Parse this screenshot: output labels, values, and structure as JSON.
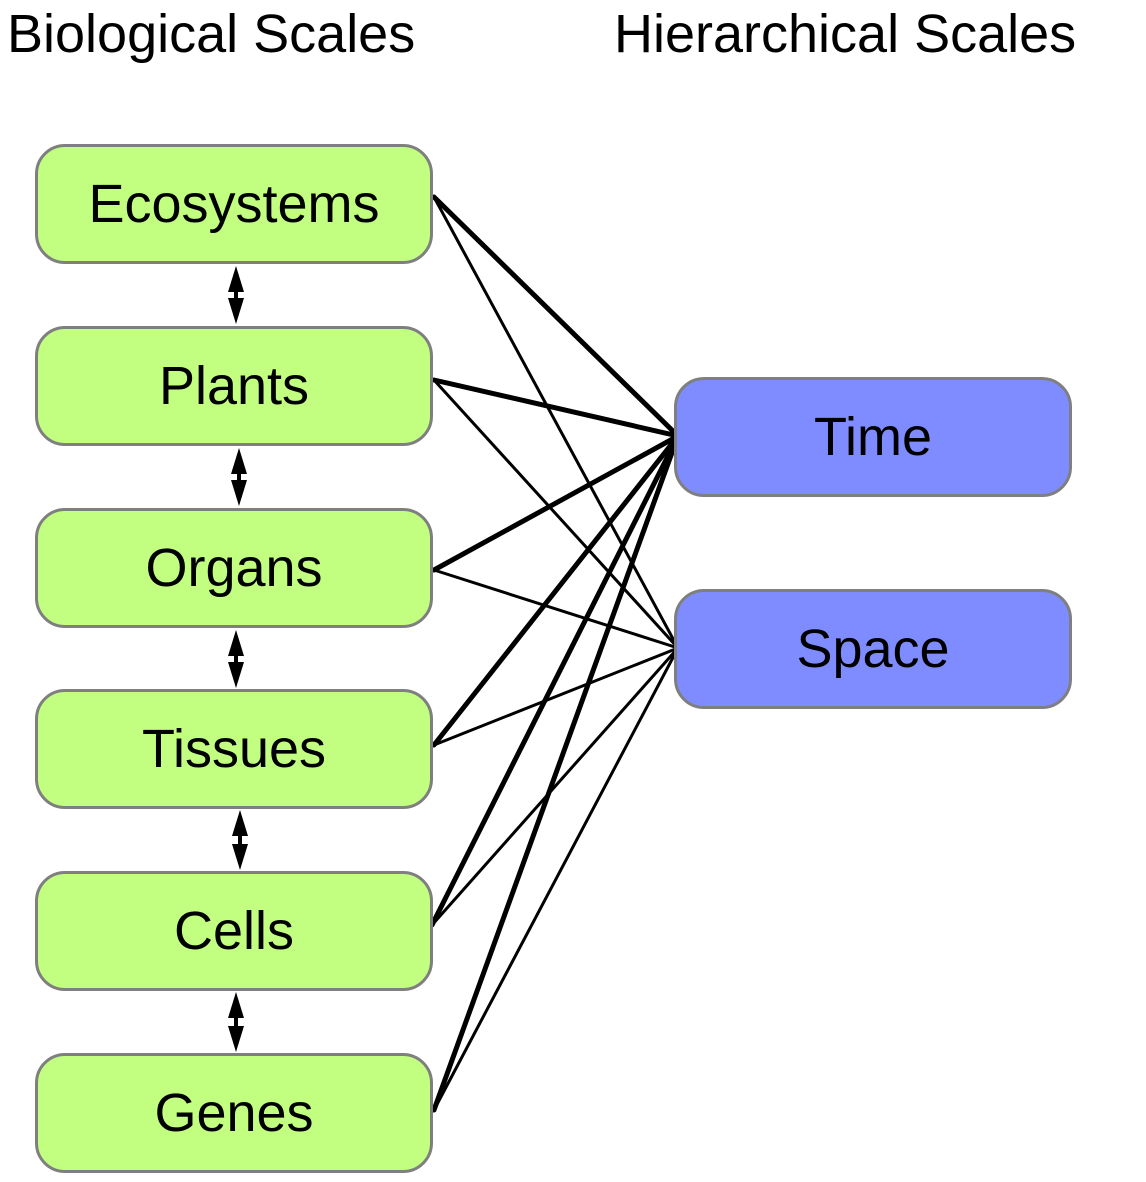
{
  "headings": {
    "biological": "Biological Scales",
    "hierarchical": "Hierarchical Scales"
  },
  "biological_scales": [
    "Ecosystems",
    "Plants",
    "Organs",
    "Tissues",
    "Cells",
    "Genes"
  ],
  "hierarchical_scales": [
    "Time",
    "Space"
  ],
  "colors": {
    "biological_fill": "#c2ff80",
    "hierarchical_fill": "#7f8cff",
    "border": "#7f7f7f",
    "link": "#000000"
  },
  "links": [
    {
      "from": "Ecosystems",
      "to": "Time",
      "weight": "strong"
    },
    {
      "from": "Ecosystems",
      "to": "Space",
      "weight": "weak"
    },
    {
      "from": "Plants",
      "to": "Time",
      "weight": "strong"
    },
    {
      "from": "Plants",
      "to": "Space",
      "weight": "weak"
    },
    {
      "from": "Organs",
      "to": "Time",
      "weight": "strong"
    },
    {
      "from": "Organs",
      "to": "Space",
      "weight": "weak"
    },
    {
      "from": "Tissues",
      "to": "Time",
      "weight": "strong"
    },
    {
      "from": "Tissues",
      "to": "Space",
      "weight": "weak"
    },
    {
      "from": "Cells",
      "to": "Time",
      "weight": "strong"
    },
    {
      "from": "Cells",
      "to": "Space",
      "weight": "weak"
    },
    {
      "from": "Genes",
      "to": "Time",
      "weight": "strong"
    },
    {
      "from": "Genes",
      "to": "Space",
      "weight": "weak"
    }
  ],
  "adjacent_connections": "double-headed arrows between consecutive biological scales"
}
